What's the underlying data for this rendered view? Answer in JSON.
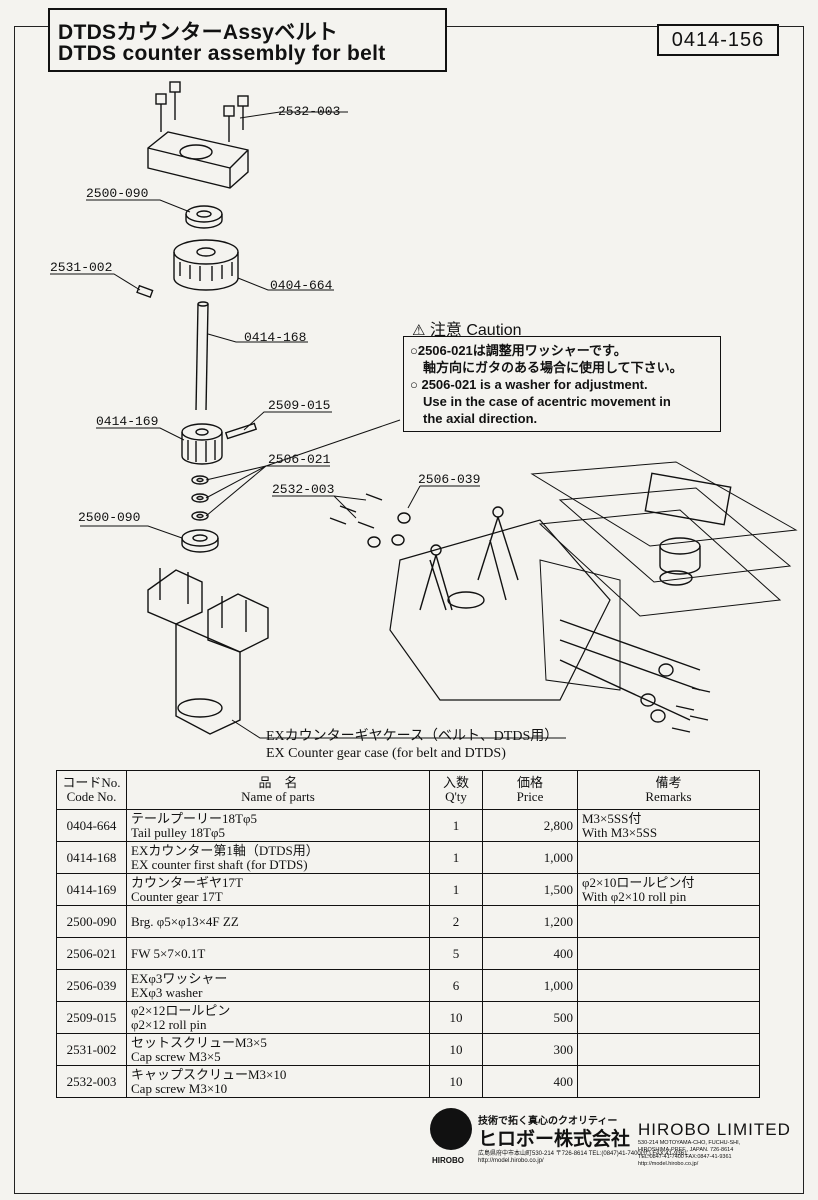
{
  "header": {
    "title_jp": "DTDSカウンターAssyベルト",
    "title_en": "DTDS counter assembly for belt",
    "code": "0414-156"
  },
  "diagram_labels": [
    {
      "id": "l1",
      "text": "2532-003"
    },
    {
      "id": "l2",
      "text": "2500-090"
    },
    {
      "id": "l3",
      "text": "2531-002"
    },
    {
      "id": "l4",
      "text": "0404-664"
    },
    {
      "id": "l5",
      "text": "0414-168"
    },
    {
      "id": "l6",
      "text": "2509-015"
    },
    {
      "id": "l7",
      "text": "0414-169"
    },
    {
      "id": "l8",
      "text": "2506-021"
    },
    {
      "id": "l9",
      "text": "2532-003"
    },
    {
      "id": "l10",
      "text": "2506-039"
    },
    {
      "id": "l11",
      "text": "2500-090"
    }
  ],
  "caution": {
    "heading": "注意 Caution",
    "lines": [
      "○2506-021は調整用ワッシャーです。",
      "　軸方向にガタのある場合に使用して下さい。",
      "○ 2506-021 is a washer for adjustment.",
      "　Use in the case of acentric movement in",
      "　the axial direction."
    ]
  },
  "case_label": {
    "jp": "EXカウンターギヤケース（ベルト、DTDS用）",
    "en": "EX Counter gear case (for belt and DTDS)"
  },
  "table": {
    "headers": {
      "code": [
        "コードNo.",
        "Code No."
      ],
      "name": [
        "品　名",
        "Name of parts"
      ],
      "qty": [
        "入数",
        "Q'ty"
      ],
      "price": [
        "価格",
        "Price"
      ],
      "remarks": [
        "備考",
        "Remarks"
      ]
    },
    "rows": [
      {
        "code": "0404-664",
        "name": [
          "テールプーリー18Tφ5",
          "Tail pulley 18Tφ5"
        ],
        "qty": "1",
        "price": "2,800",
        "remarks": [
          "M3×5SS付",
          "With M3×5SS"
        ]
      },
      {
        "code": "0414-168",
        "name": [
          "EXカウンター第1軸（DTDS用）",
          "EX counter first shaft (for DTDS)"
        ],
        "qty": "1",
        "price": "1,000",
        "remarks": [
          "",
          ""
        ]
      },
      {
        "code": "0414-169",
        "name": [
          "カウンターギヤ17T",
          "Counter gear 17T"
        ],
        "qty": "1",
        "price": "1,500",
        "remarks": [
          "φ2×10ロールピン付",
          "With φ2×10 roll pin"
        ]
      },
      {
        "code": "2500-090",
        "name": [
          "Brg. φ5×φ13×4F ZZ",
          ""
        ],
        "qty": "2",
        "price": "1,200",
        "remarks": [
          "",
          ""
        ]
      },
      {
        "code": "2506-021",
        "name": [
          "FW 5×7×0.1T",
          ""
        ],
        "qty": "5",
        "price": "400",
        "remarks": [
          "",
          ""
        ]
      },
      {
        "code": "2506-039",
        "name": [
          "EXφ3ワッシャー",
          "EXφ3 washer"
        ],
        "qty": "6",
        "price": "1,000",
        "remarks": [
          "",
          ""
        ]
      },
      {
        "code": "2509-015",
        "name": [
          "φ2×12ロールピン",
          "φ2×12 roll pin"
        ],
        "qty": "10",
        "price": "500",
        "remarks": [
          "",
          ""
        ]
      },
      {
        "code": "2531-002",
        "name": [
          "セットスクリューM3×5",
          "Cap screw M3×5"
        ],
        "qty": "10",
        "price": "300",
        "remarks": [
          "",
          ""
        ]
      },
      {
        "code": "2532-003",
        "name": [
          "キャップスクリューM3×10",
          "Cap screw M3×10"
        ],
        "qty": "10",
        "price": "400",
        "remarks": [
          "",
          ""
        ]
      }
    ]
  },
  "footer": {
    "jp_tagline": "技術で拓く真心のクオリティー",
    "jp_company": "ヒロボー株式会社",
    "jp_address": "広島県府中市本山町530-214 〒726-8614",
    "jp_phone": "TEL:(0847)41-7400(代) FAX:41-9361",
    "jp_url": "http://model.hirobo.co.jp/",
    "en_company": "HIROBO LIMITED",
    "en_address1": "530-214 MOTOYAMA-CHO, FUCHU-SHI,",
    "en_address2": "HIROSHIMA-PREF., JAPAN. 726-8614",
    "en_phone": "TEL:0847-41-7400 FAX:0847-41-9361",
    "en_url": "http://model.hirobo.co.jp/",
    "logo_text": "HIROBO"
  }
}
